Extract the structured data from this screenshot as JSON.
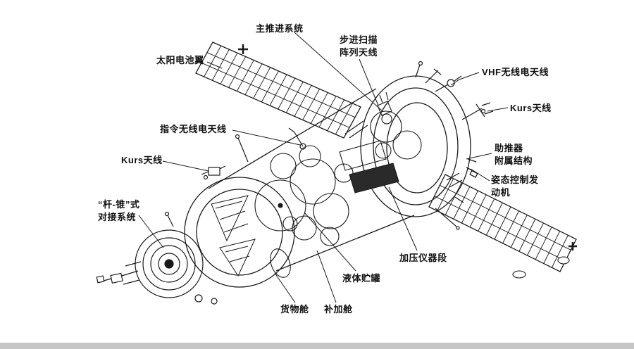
{
  "figure": {
    "colors": {
      "ink": "#1a1a1a",
      "background": "#ffffff",
      "page_edge": "#c6c6c6"
    },
    "labels": [
      {
        "id": "main-propulsion",
        "text": "主推进系统"
      },
      {
        "id": "step-scan-array-antenna",
        "text": "步进扫描\n阵列天线"
      },
      {
        "id": "solar-array-wing",
        "text": "太阳电池翼"
      },
      {
        "id": "vhf-radio-antenna",
        "text": "VHF无线电天线"
      },
      {
        "id": "kurs-antenna-right",
        "text": "Kurs天线"
      },
      {
        "id": "command-radio-antenna",
        "text": "指令无线电天线"
      },
      {
        "id": "booster-attach-structure",
        "text": "助推器\n附属结构"
      },
      {
        "id": "kurs-antenna-left",
        "text": "Kurs天线"
      },
      {
        "id": "attitude-control-thrusters",
        "text": "姿态控制发\n动机"
      },
      {
        "id": "probe-cone-docking-system",
        "text": "“杆-锥”式\n对接系统"
      },
      {
        "id": "pressurized-instrument-section",
        "text": "加压仪器段"
      },
      {
        "id": "liquid-tank",
        "text": "液体贮罐"
      },
      {
        "id": "cargo-module",
        "text": "货物舱"
      },
      {
        "id": "refueling-module",
        "text": "补加舱"
      }
    ]
  }
}
